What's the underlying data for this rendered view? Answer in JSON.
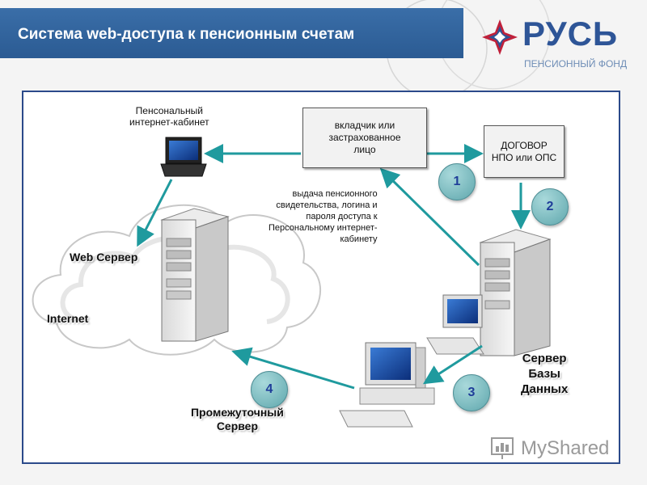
{
  "header": {
    "title": "Система web-доступа к пенсионным счетам"
  },
  "logo": {
    "name": "РУСЬ",
    "subtitle": "ПЕНСИОННЫЙ ФОНД"
  },
  "diagram": {
    "cabinet_label": "Пенсональный\nинтернет-кабинет",
    "depositor_box": "вкладчик или\nзастрахованное\nлицо",
    "contract_box": "ДОГОВОР\nНПО или ОПС",
    "issue_text": "выдача пенсионного\nсвидетельства, логина и\nпароля доступа к\nПерсональному интернет-\nкабинету",
    "web_server_label": "Web Сервер",
    "internet_label": "Internet",
    "db_server_label": "Сервер\nБазы\nДанных",
    "intermediate_label": "Промежуточный\nСервер",
    "steps": [
      "1",
      "2",
      "3",
      "4"
    ]
  },
  "colors": {
    "header_bar": "#2f6199",
    "arrow": "#1f9a9e",
    "panel_border": "#2b4a8a",
    "logo": "#2e5597"
  },
  "watermark": {
    "text": "MyShared"
  }
}
